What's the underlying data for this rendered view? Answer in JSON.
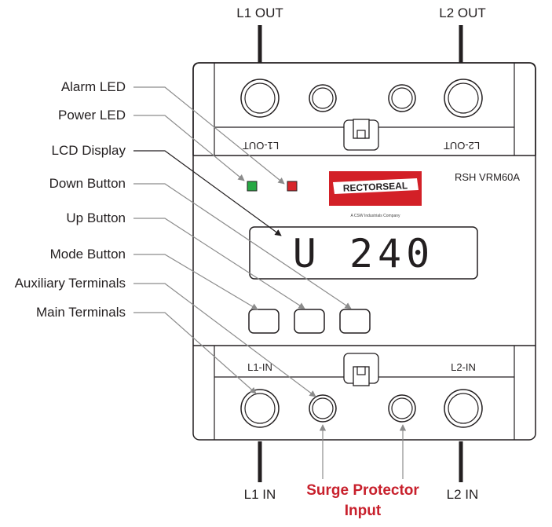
{
  "terminals": {
    "l1_out": "L1 OUT",
    "l2_out": "L2 OUT",
    "l1_in": "L1 IN",
    "l2_in": "L2 IN"
  },
  "device": {
    "top_label_left": "L1-OUT",
    "top_label_right": "L2-OUT",
    "bottom_label_left": "L1-IN",
    "bottom_label_right": "L2-IN",
    "model": "RSH VRM60A",
    "brand": "RECTORSEAL",
    "brand_sub": "A CSW Industrials Company",
    "lcd_text": "U 240",
    "colors": {
      "alarm_led": "#d7262b",
      "power_led": "#27a844",
      "brand_red": "#d32027",
      "accent_label": "#c8202c"
    }
  },
  "callouts": {
    "alarm_led": "Alarm LED",
    "power_led": "Power LED",
    "lcd_display": "LCD Display",
    "down_button": "Down Button",
    "up_button": "Up Button",
    "mode_button": "Mode Button",
    "auxiliary_terminals": "Auxiliary Terminals",
    "main_terminals": "Main Terminals",
    "surge_line1": "Surge Protector",
    "surge_line2": "Input"
  }
}
